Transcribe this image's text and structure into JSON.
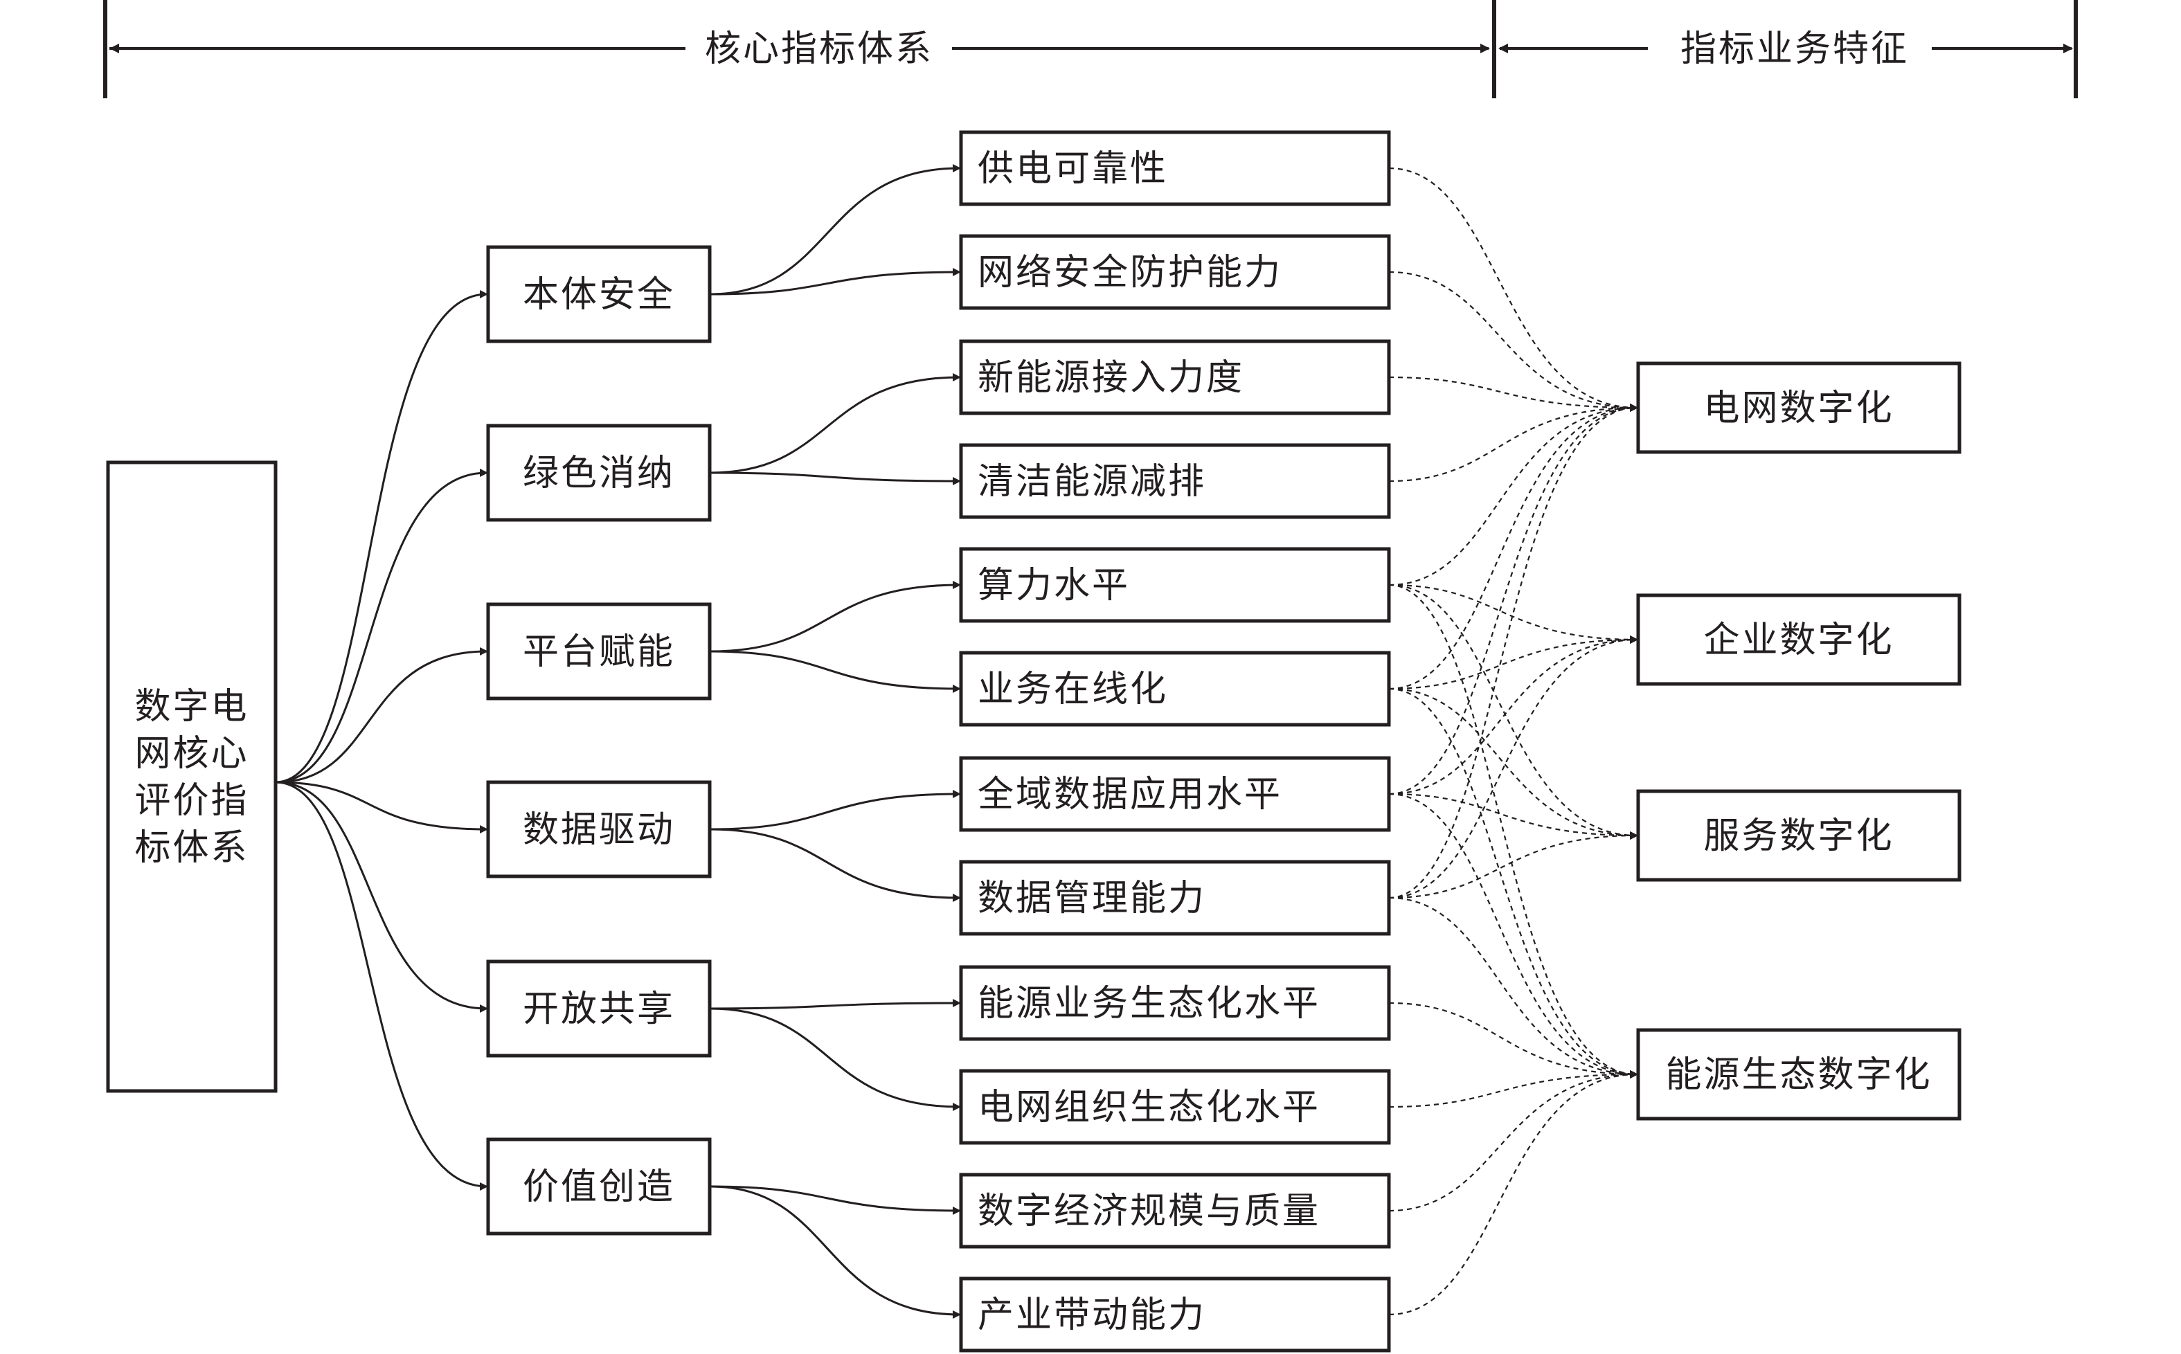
{
  "header": {
    "core_label": "核心指标体系",
    "feature_label": "指标业务特征"
  },
  "root": {
    "lines": [
      "数字电",
      "网核心",
      "评价指",
      "标体系"
    ]
  },
  "categories": [
    {
      "label": "本体安全"
    },
    {
      "label": "绿色消纳"
    },
    {
      "label": "平台赋能"
    },
    {
      "label": "数据驱动"
    },
    {
      "label": "开放共享"
    },
    {
      "label": "价值创造"
    }
  ],
  "indicators": [
    {
      "label": "供电可靠性"
    },
    {
      "label": "网络安全防护能力"
    },
    {
      "label": "新能源接入力度"
    },
    {
      "label": "清洁能源减排"
    },
    {
      "label": "算力水平"
    },
    {
      "label": "业务在线化"
    },
    {
      "label": "全域数据应用水平"
    },
    {
      "label": "数据管理能力"
    },
    {
      "label": "能源业务生态化水平"
    },
    {
      "label": "电网组织生态化水平"
    },
    {
      "label": "数字经济规模与质量"
    },
    {
      "label": "产业带动能力"
    }
  ],
  "features": [
    {
      "label": "电网数字化"
    },
    {
      "label": "企业数字化"
    },
    {
      "label": "服务数字化"
    },
    {
      "label": "能源生态数字化"
    }
  ],
  "feature_links": [
    [
      0,
      0
    ],
    [
      1,
      0
    ],
    [
      2,
      0
    ],
    [
      3,
      0
    ],
    [
      4,
      0
    ],
    [
      5,
      0
    ],
    [
      6,
      0
    ],
    [
      7,
      0
    ],
    [
      4,
      1
    ],
    [
      5,
      1
    ],
    [
      6,
      1
    ],
    [
      7,
      1
    ],
    [
      4,
      2
    ],
    [
      5,
      2
    ],
    [
      6,
      2
    ],
    [
      7,
      2
    ],
    [
      4,
      3
    ],
    [
      5,
      3
    ],
    [
      6,
      3
    ],
    [
      7,
      3
    ],
    [
      8,
      3
    ],
    [
      9,
      3
    ],
    [
      10,
      3
    ],
    [
      11,
      3
    ]
  ]
}
